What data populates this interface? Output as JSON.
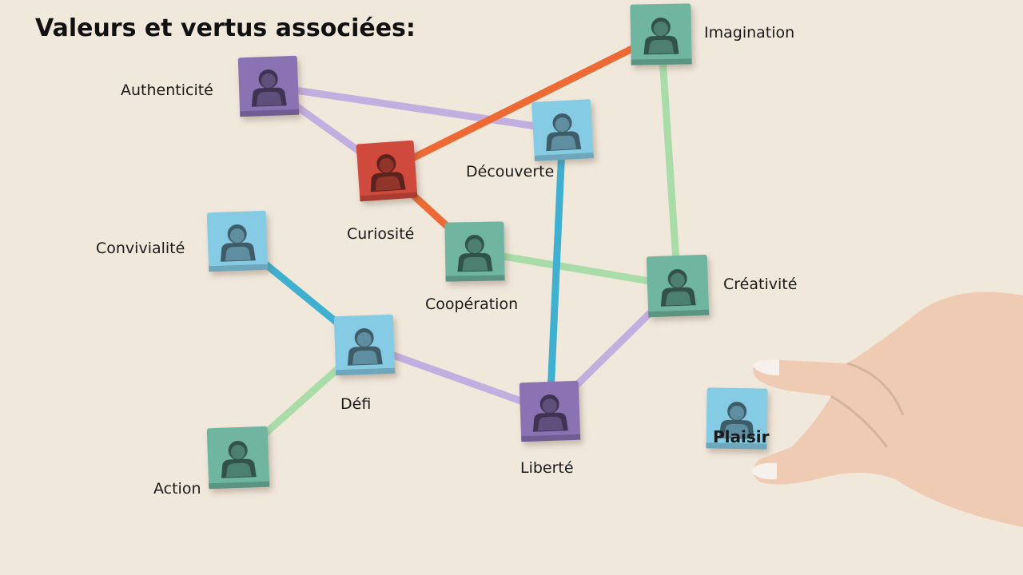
{
  "title": "Valeurs et vertus associées:",
  "colors": {
    "background": "#f1e8dc",
    "purple": "#8b72b3",
    "teal": "#6fb59f",
    "blue": "#86cbe4",
    "red": "#cf4a3e",
    "link_purple": "#c3aee0",
    "link_orange": "#ee6a35",
    "link_green": "#a9dca9",
    "link_blue": "#3fb0d0",
    "skin": "#f0cbb4"
  },
  "nodes": [
    {
      "id": "imagination",
      "label": "Imagination",
      "color": "teal"
    },
    {
      "id": "authenticite",
      "label": "Authenticité",
      "color": "purple"
    },
    {
      "id": "decouverte",
      "label": "Découverte",
      "color": "blue"
    },
    {
      "id": "curiosite",
      "label": "Curiosité",
      "color": "red"
    },
    {
      "id": "convivialite",
      "label": "Convivialité",
      "color": "blue"
    },
    {
      "id": "cooperation",
      "label": "Coopération",
      "color": "teal"
    },
    {
      "id": "creativite",
      "label": "Créativité",
      "color": "teal"
    },
    {
      "id": "defi",
      "label": "Défi",
      "color": "blue"
    },
    {
      "id": "liberte",
      "label": "Liberté",
      "color": "purple"
    },
    {
      "id": "action",
      "label": "Action",
      "color": "teal"
    },
    {
      "id": "plaisir",
      "label": "Plaisir",
      "color": "blue",
      "bold": true
    }
  ],
  "links": [
    {
      "from": "authenticite",
      "to": "decouverte",
      "color": "link_purple"
    },
    {
      "from": "authenticite",
      "to": "curiosite",
      "color": "link_purple"
    },
    {
      "from": "curiosite",
      "to": "imagination",
      "color": "link_orange"
    },
    {
      "from": "curiosite",
      "to": "cooperation",
      "color": "link_orange"
    },
    {
      "from": "imagination",
      "to": "creativite",
      "color": "link_green"
    },
    {
      "from": "cooperation",
      "to": "creativite",
      "color": "link_green"
    },
    {
      "from": "decouverte",
      "to": "liberte",
      "color": "link_blue"
    },
    {
      "from": "convivialite",
      "to": "defi",
      "color": "link_blue"
    },
    {
      "from": "defi",
      "to": "liberte",
      "color": "link_purple"
    },
    {
      "from": "defi",
      "to": "action",
      "color": "link_green"
    },
    {
      "from": "liberte",
      "to": "creativite",
      "color": "link_purple"
    }
  ]
}
